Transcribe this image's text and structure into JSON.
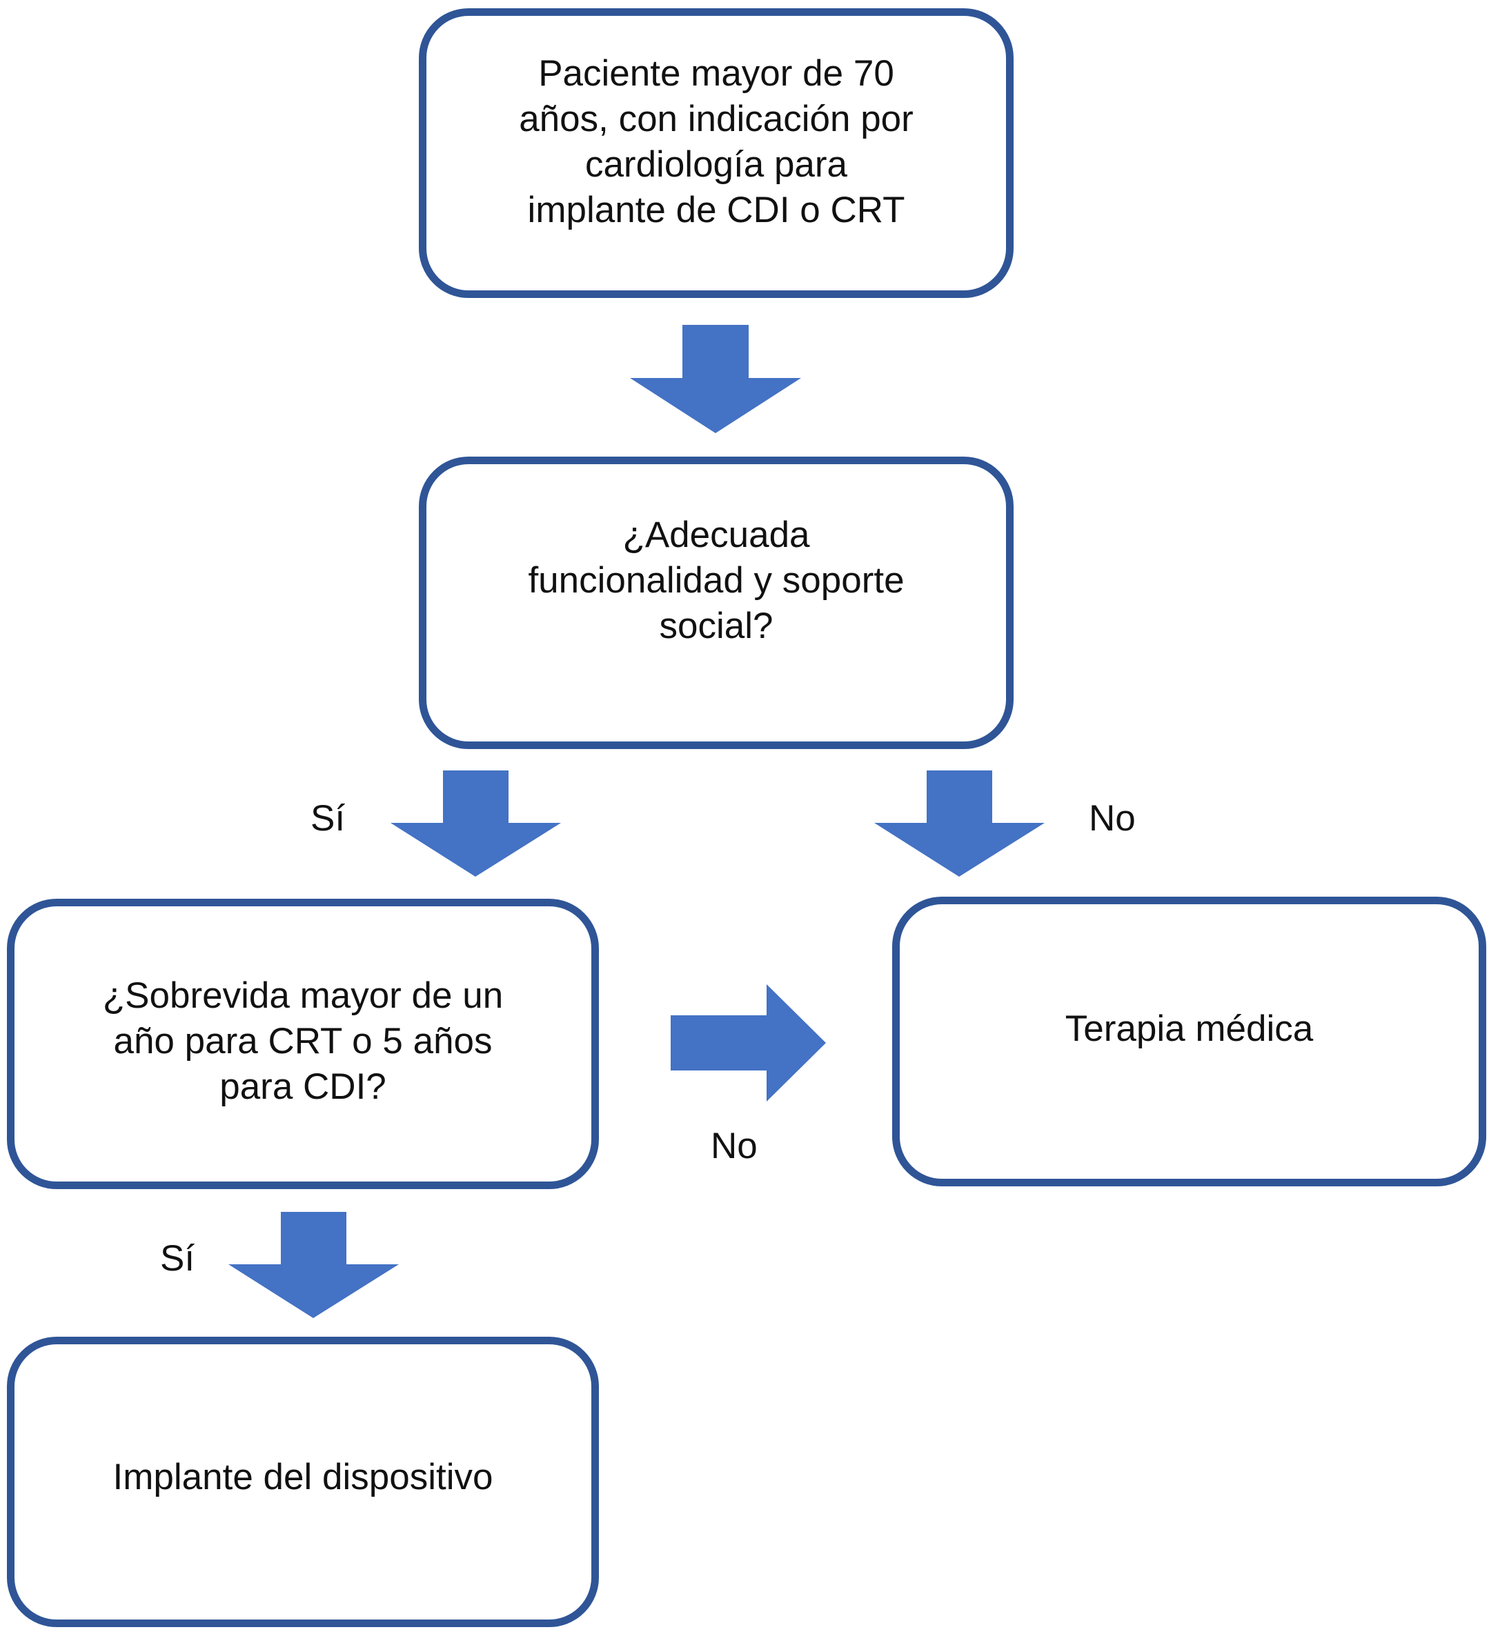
{
  "colors": {
    "box_border": "#2f5597",
    "arrow_fill": "#4472c4",
    "text": "#111111",
    "background": "#ffffff"
  },
  "nodes": {
    "start": "Paciente mayor de 70\naños, con indicación por\ncardiología para\nimplante de CDI o CRT",
    "q1": "¿Adecuada\nfuncionalidad y soporte\nsocial?",
    "q2": "¿Sobrevida mayor de un\naño para CRT o 5 años\npara CDI?",
    "medical": "Terapia médica",
    "implant": "Implante del dispositivo"
  },
  "edges": {
    "q1_yes": "Sí",
    "q1_no": "No",
    "q2_no": "No",
    "q2_yes": "Sí"
  },
  "arrow_icon": "block-arrow-icon"
}
